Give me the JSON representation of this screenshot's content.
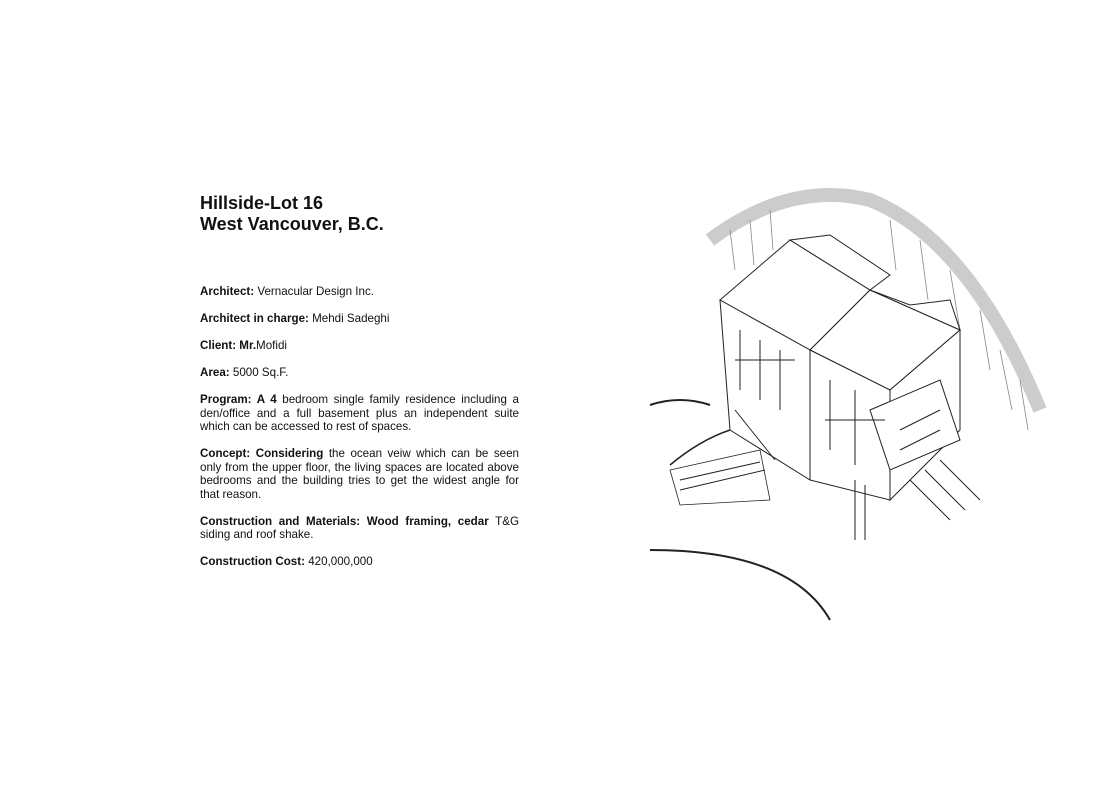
{
  "title": {
    "line1": "Hillside-Lot 16",
    "line2": "West Vancouver, B.C."
  },
  "info": [
    {
      "label": "Architect:",
      "value": " Vernacular Design Inc."
    },
    {
      "label": "Architect in charge:",
      "value": " Mehdi Sadeghi"
    },
    {
      "label": "Client: Mr.",
      "value": "Mofidi"
    },
    {
      "label": "Area:",
      "value": " 5000 Sq.F."
    },
    {
      "label": "Program: A 4",
      "value": " bedroom single family residence including a den/office and a full basement plus an independent suite which can be accessed to rest of spaces."
    },
    {
      "label": "Concept:  Considering",
      "value": " the ocean veiw which can be seen only from the upper floor, the living spaces are located above bedrooms and the building tries to get the widest angle for  that reason."
    },
    {
      "label": "Construction and Materials: Wood framing, cedar",
      "value": " T&G siding and roof shake."
    },
    {
      "label": "Construction Cost:",
      "value": " 420,000,000"
    }
  ]
}
